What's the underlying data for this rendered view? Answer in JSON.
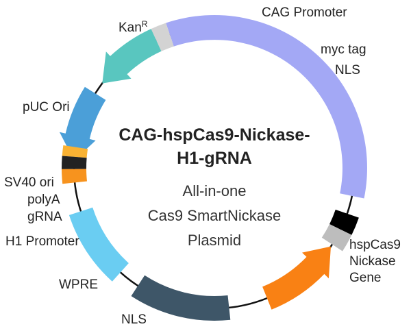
{
  "title": {
    "line1": "CAG-hspCas9-Nickase-",
    "line2": "H1-gRNA"
  },
  "subtitle": {
    "line1": "All-in-one",
    "line2": "Cas9 SmartNickase",
    "line3": "Plasmid"
  },
  "labels": {
    "kan": "Kan",
    "kan_sup": "R",
    "cag_promoter": "CAG Promoter",
    "myc_tag": "myc tag",
    "nls_top": "NLS",
    "puc_ori": "pUC Ori",
    "sv40_ori": "SV40 ori",
    "polya": "polyA",
    "grna": "gRNA",
    "h1_promoter": "H1 Promoter",
    "wpre": "WPRE",
    "nls_bottom": "NLS",
    "cas9_line1": "hspCas9",
    "cas9_line2": "Nickase",
    "cas9_line3": "Gene"
  },
  "colors": {
    "backbone": "#111111",
    "kan": "#3e5668",
    "cag": "#f98114",
    "myc": "#bdbdbd",
    "nls": "#000000",
    "cas9": "#a3a8f5",
    "nls_gray": "#d3d3d3",
    "wpre": "#59c6bf",
    "h1": "#4b9fd8",
    "grna": "#f9b233",
    "polya": "#222222",
    "sv40": "#f7931e",
    "puc": "#6acdf2"
  }
}
